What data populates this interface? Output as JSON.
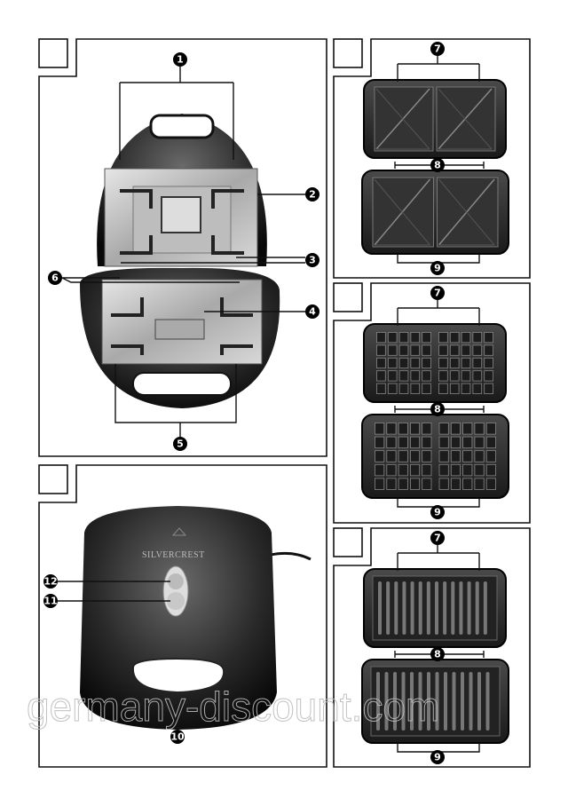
{
  "figures": {
    "A": {
      "callouts": [
        "1",
        "2",
        "3",
        "4",
        "5",
        "6"
      ]
    },
    "B": {
      "callouts": [
        "7",
        "8",
        "9"
      ],
      "plate": "sandwich"
    },
    "C": {
      "callouts": [
        "7",
        "8",
        "9"
      ],
      "plate": "waffle"
    },
    "D": {
      "callouts": [
        "7",
        "8",
        "9"
      ],
      "plate": "grill"
    },
    "E": {
      "callouts": [
        "10",
        "11",
        "12"
      ],
      "brand_logo": "SilverCrest"
    }
  },
  "watermark": "germany-discount.com",
  "colors": {
    "ink": "#111111",
    "plate": "#2a2a2a",
    "steel": "#c9c9c9"
  }
}
